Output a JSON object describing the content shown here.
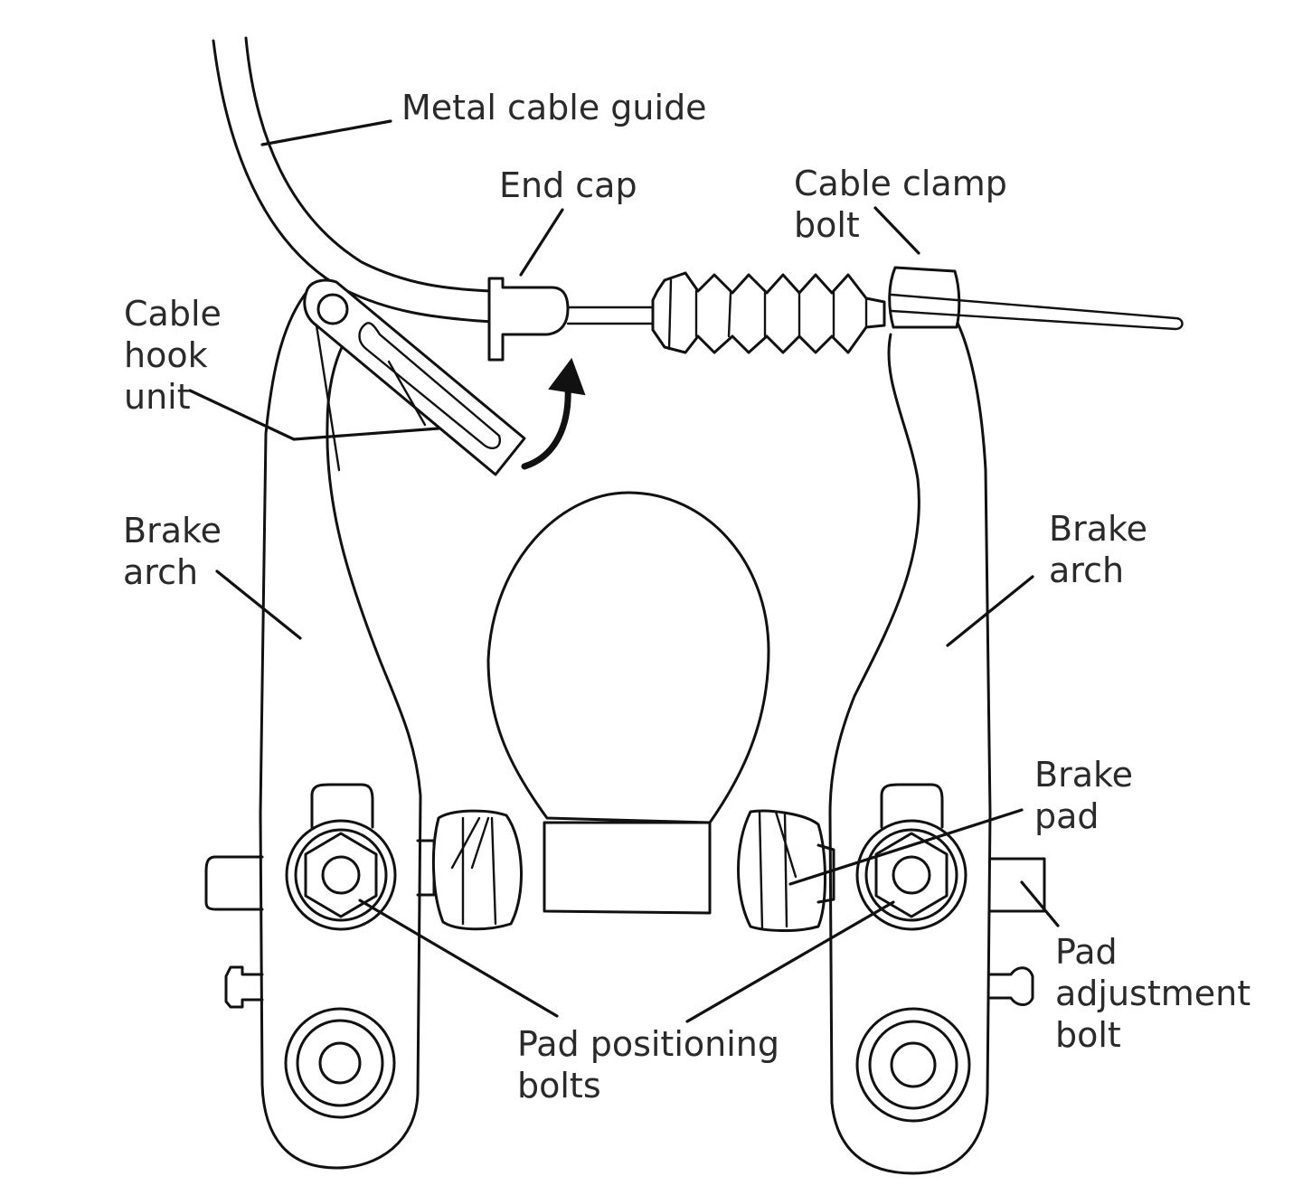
{
  "diagram": {
    "subject": "V-brake (linear-pull bicycle brake) assembly",
    "colors": {
      "line": "#111111",
      "text": "#2a2a2a",
      "background": "#ffffff"
    },
    "labels": {
      "metal_cable_guide": [
        "Metal cable guide"
      ],
      "end_cap": [
        "End cap"
      ],
      "cable_clamp_bolt": [
        "Cable clamp",
        "bolt"
      ],
      "cable_hook_unit": [
        "Cable",
        "hook",
        "unit"
      ],
      "brake_arch_left": [
        "Brake",
        "arch"
      ],
      "brake_arch_right": [
        "Brake",
        "arch"
      ],
      "brake_pad": [
        "Brake",
        "pad"
      ],
      "pad_positioning_bolts": [
        "Pad positioning",
        "bolts"
      ],
      "pad_adjustment_bolt": [
        "Pad",
        "adjustment",
        "bolt"
      ]
    },
    "annotations": {
      "rotation_arrow": "curved-arrow-icon"
    }
  }
}
